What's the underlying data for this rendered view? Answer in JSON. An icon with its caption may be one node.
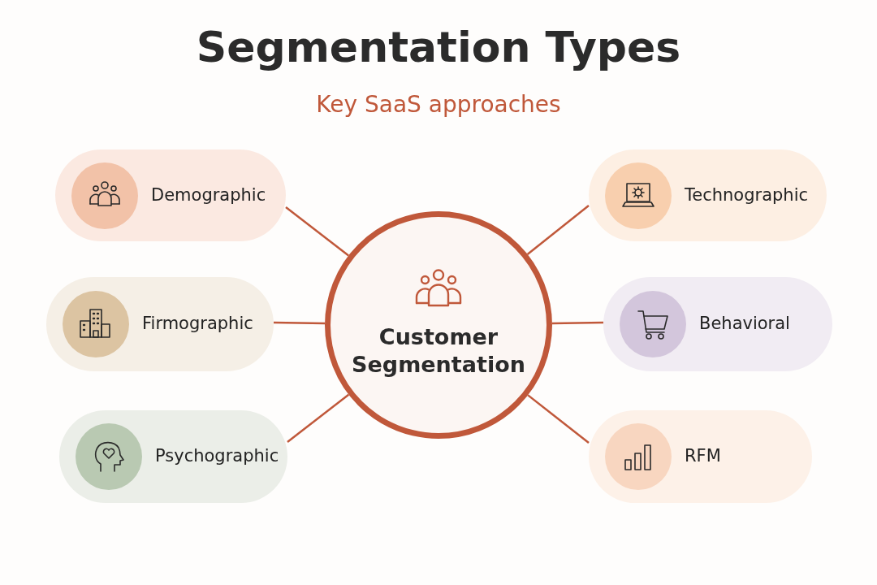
{
  "diagram": {
    "title": "Segmentation Types",
    "caption": "Key SaaS approaches",
    "nodes": [
      {
        "text": [
          "Customer Segmentation"
        ]
      },
      {
        "text": [
          "Demographic"
        ]
      },
      {
        "text": [
          "Firmographic"
        ]
      },
      {
        "text": [
          "Psychographic"
        ]
      },
      {
        "text": [
          "Technographic"
        ]
      },
      {
        "text": [
          "Behavioral"
        ]
      },
      {
        "text": [
          "RFM"
        ]
      }
    ],
    "edges": [
      {
        "from": 0,
        "to": 1,
        "arrow": "none"
      },
      {
        "from": 0,
        "to": 2,
        "arrow": "none"
      },
      {
        "from": 0,
        "to": 3,
        "arrow": "none"
      },
      {
        "from": 0,
        "to": 4,
        "arrow": "none"
      },
      {
        "from": 0,
        "to": 5,
        "arrow": "none"
      },
      {
        "from": 0,
        "to": 6,
        "arrow": "none"
      }
    ]
  }
}
